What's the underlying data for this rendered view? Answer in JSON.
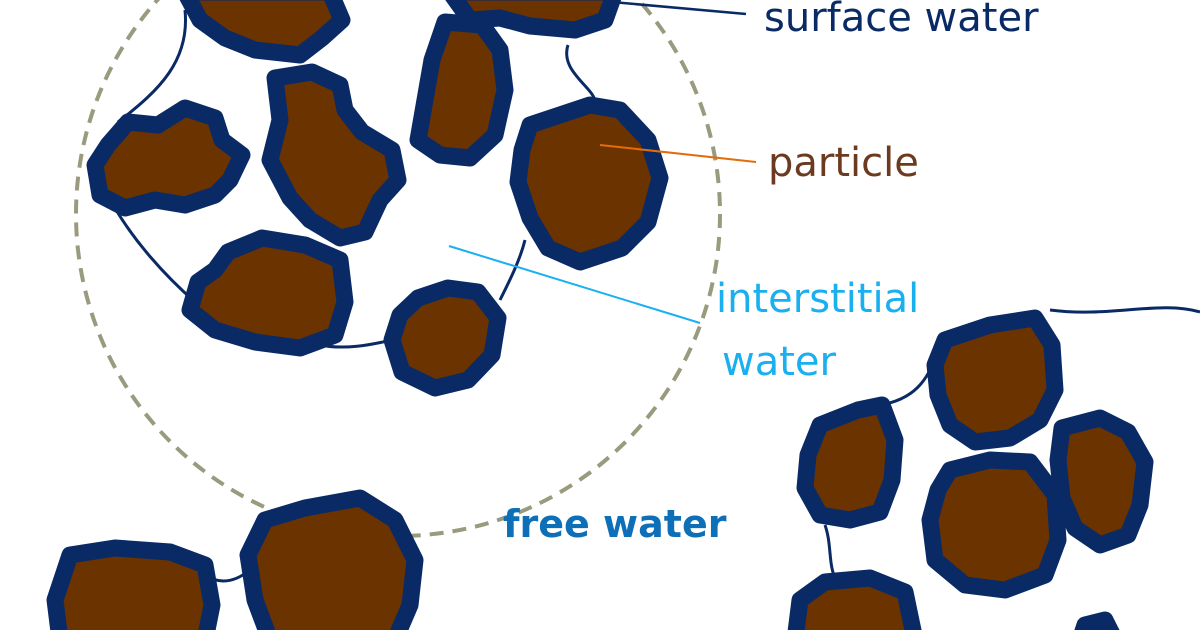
{
  "labels": {
    "surface_water": "surface water",
    "particle": "particle",
    "interstitial_line1": "interstitial",
    "interstitial_line2": "water",
    "free_water": "free water"
  },
  "colors": {
    "particle_fill": "#6b3300",
    "surface_water": "#0a2a66",
    "particle_label": "#6b3a1f",
    "particle_leader": "#e46c0a",
    "interstitial": "#1ab0f0",
    "free_water": "#0d6fb8",
    "floc_boundary": "#9a9a7e",
    "background": "#ffffff"
  }
}
